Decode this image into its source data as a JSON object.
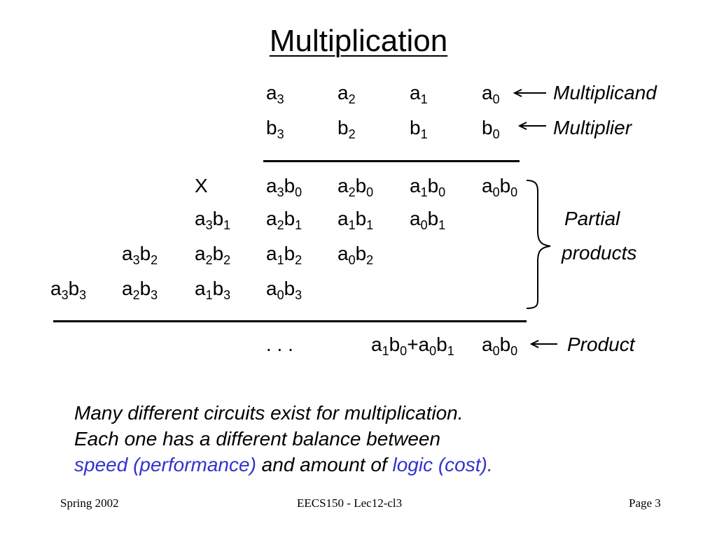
{
  "title": "Multiplication",
  "rows": {
    "multiplicand": [
      {
        "b": "a",
        "s": "3"
      },
      {
        "b": "a",
        "s": "2"
      },
      {
        "b": "a",
        "s": "1"
      },
      {
        "b": "a",
        "s": "0"
      }
    ],
    "multiplier": [
      {
        "b": "b",
        "s": "3"
      },
      {
        "b": "b",
        "s": "2"
      },
      {
        "b": "b",
        "s": "1"
      },
      {
        "b": "b",
        "s": "0"
      }
    ],
    "times_symbol": "X",
    "pp0": [
      "a3b0",
      "a2b0",
      "a1b0",
      "a0b0"
    ],
    "pp1": [
      "a3b1",
      "a2b1",
      "a1b1",
      "a0b1"
    ],
    "pp2": [
      "a3b2",
      "a2b2",
      "a1b2",
      "a0b2"
    ],
    "pp3": [
      "a3b3",
      "a2b3",
      "a1b3",
      "a0b3"
    ],
    "product_dots": ". . .",
    "product_mid": "a1b0+a0b1",
    "product_last": "a0b0"
  },
  "labels": {
    "multiplicand": "Multiplicand",
    "multiplier": "Multiplier",
    "partial_1": "Partial",
    "partial_2": "products",
    "product": "Product"
  },
  "description": {
    "line1": "Many different circuits exist for multiplication.",
    "line2": "Each one has a different balance between",
    "line3_blue1": "speed (performance)",
    "line3_mid": " and amount of ",
    "line3_blue2": "logic (cost)."
  },
  "footer": {
    "left": "Spring 2002",
    "center": "EECS150 - Lec12-cl3",
    "right": "Page 3"
  },
  "colors": {
    "accent_blue": "#3333cc"
  }
}
